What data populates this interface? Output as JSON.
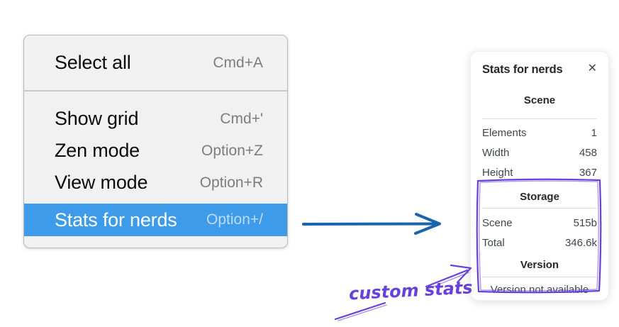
{
  "menu": {
    "items": [
      {
        "label": "Select all",
        "shortcut": "Cmd+A"
      },
      {
        "label": "Show grid",
        "shortcut": "Cmd+'"
      },
      {
        "label": "Zen mode",
        "shortcut": "Option+Z"
      },
      {
        "label": "View mode",
        "shortcut": "Option+R"
      },
      {
        "label": "Stats for nerds",
        "shortcut": "Option+/",
        "highlighted": true
      }
    ]
  },
  "panel": {
    "title": "Stats for nerds",
    "close_icon": "✕",
    "sections": [
      {
        "header": "Scene",
        "rows": [
          {
            "label": "Elements",
            "value": "1"
          },
          {
            "label": "Width",
            "value": "458"
          },
          {
            "label": "Height",
            "value": "367"
          }
        ]
      },
      {
        "header": "Storage",
        "rows": [
          {
            "label": "Scene",
            "value": "515b"
          },
          {
            "label": "Total",
            "value": "346.6k"
          }
        ]
      },
      {
        "header": "Version",
        "note": "Version not available"
      }
    ]
  },
  "annotation": {
    "label": "custom stats"
  },
  "colors": {
    "menu_highlight": "#3e9be9",
    "arrow_blue": "#1b64ad",
    "annotation_purple": "#6741d9"
  }
}
